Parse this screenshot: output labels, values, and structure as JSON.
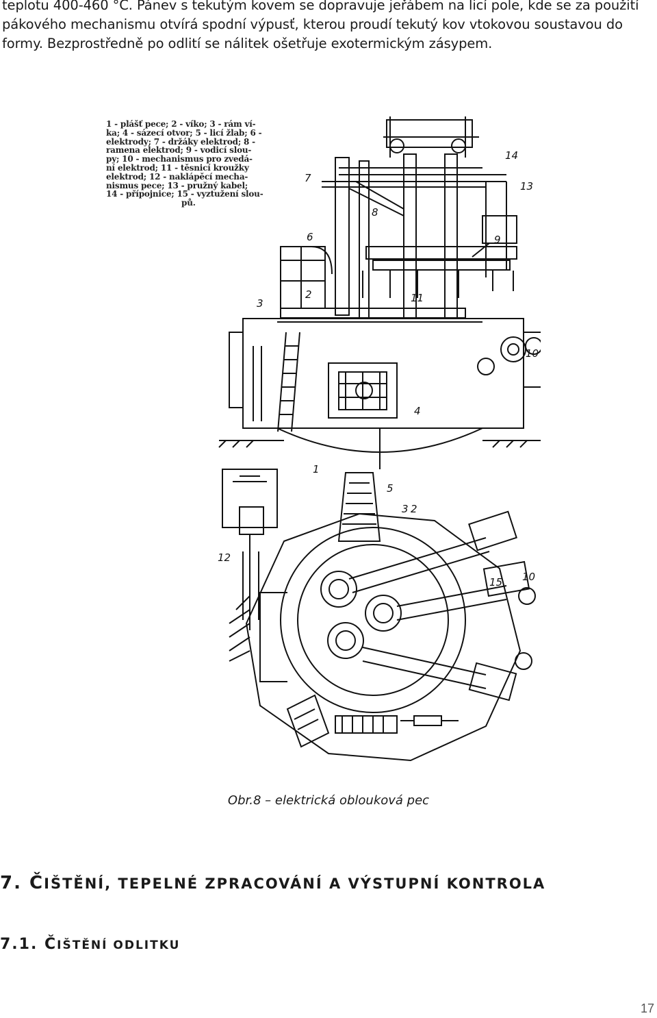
{
  "paragraph": {
    "line1": "teplotu 400-460 °C. Pánev s tekutým kovem se dopravuje jeřábem na licí pole, kde se za použití",
    "line2": "pákového mechanismu otvírá spodní výpusť, kterou proudí tekutý kov vtokovou soustavou do",
    "line3": "formy. Bezprostředně po odlití se nálitek ošetřuje exotermickým zásypem."
  },
  "figure": {
    "legend_lines": [
      "1 - plášť pece; 2 - víko; 3 - rám ví-",
      "ka; 4 - sázecí otvor; 5 - licí žlab; 6 -",
      "elektrody; 7 - držáky elektrod; 8 -",
      "ramena elektrod; 9 - vodicí slou-",
      "py; 10 - mechanismus pro zvedá-",
      "ní elektrod; 11 - těsnicí kroužky",
      "elektrod; 12 - naklápěcí mecha-",
      "nismus pece; 13 - pružný kabel;",
      "14 - přípojnice; 15 - vyztužení slou-",
      "pů."
    ],
    "callouts": [
      "1",
      "2",
      "3",
      "4",
      "5",
      "6",
      "7",
      "8",
      "9",
      "10",
      "11",
      "12",
      "13",
      "14",
      "15"
    ],
    "callouts_plan": [
      "3",
      "2",
      "5",
      "1",
      "10",
      "15",
      "12"
    ]
  },
  "caption": {
    "obr": "Obr.8",
    "text": " – elektrická oblouková pec"
  },
  "heading1": {
    "number": "7. ",
    "first": "Č",
    "rest": "IŠTĚNÍ, TEPELNÉ ZPRACOVÁNÍ A VÝSTUPNÍ KONTROLA"
  },
  "heading2": {
    "number": "7.1. ",
    "first": "Č",
    "rest": "IŠTĚNÍ ODLITKU"
  },
  "page_number": "17"
}
